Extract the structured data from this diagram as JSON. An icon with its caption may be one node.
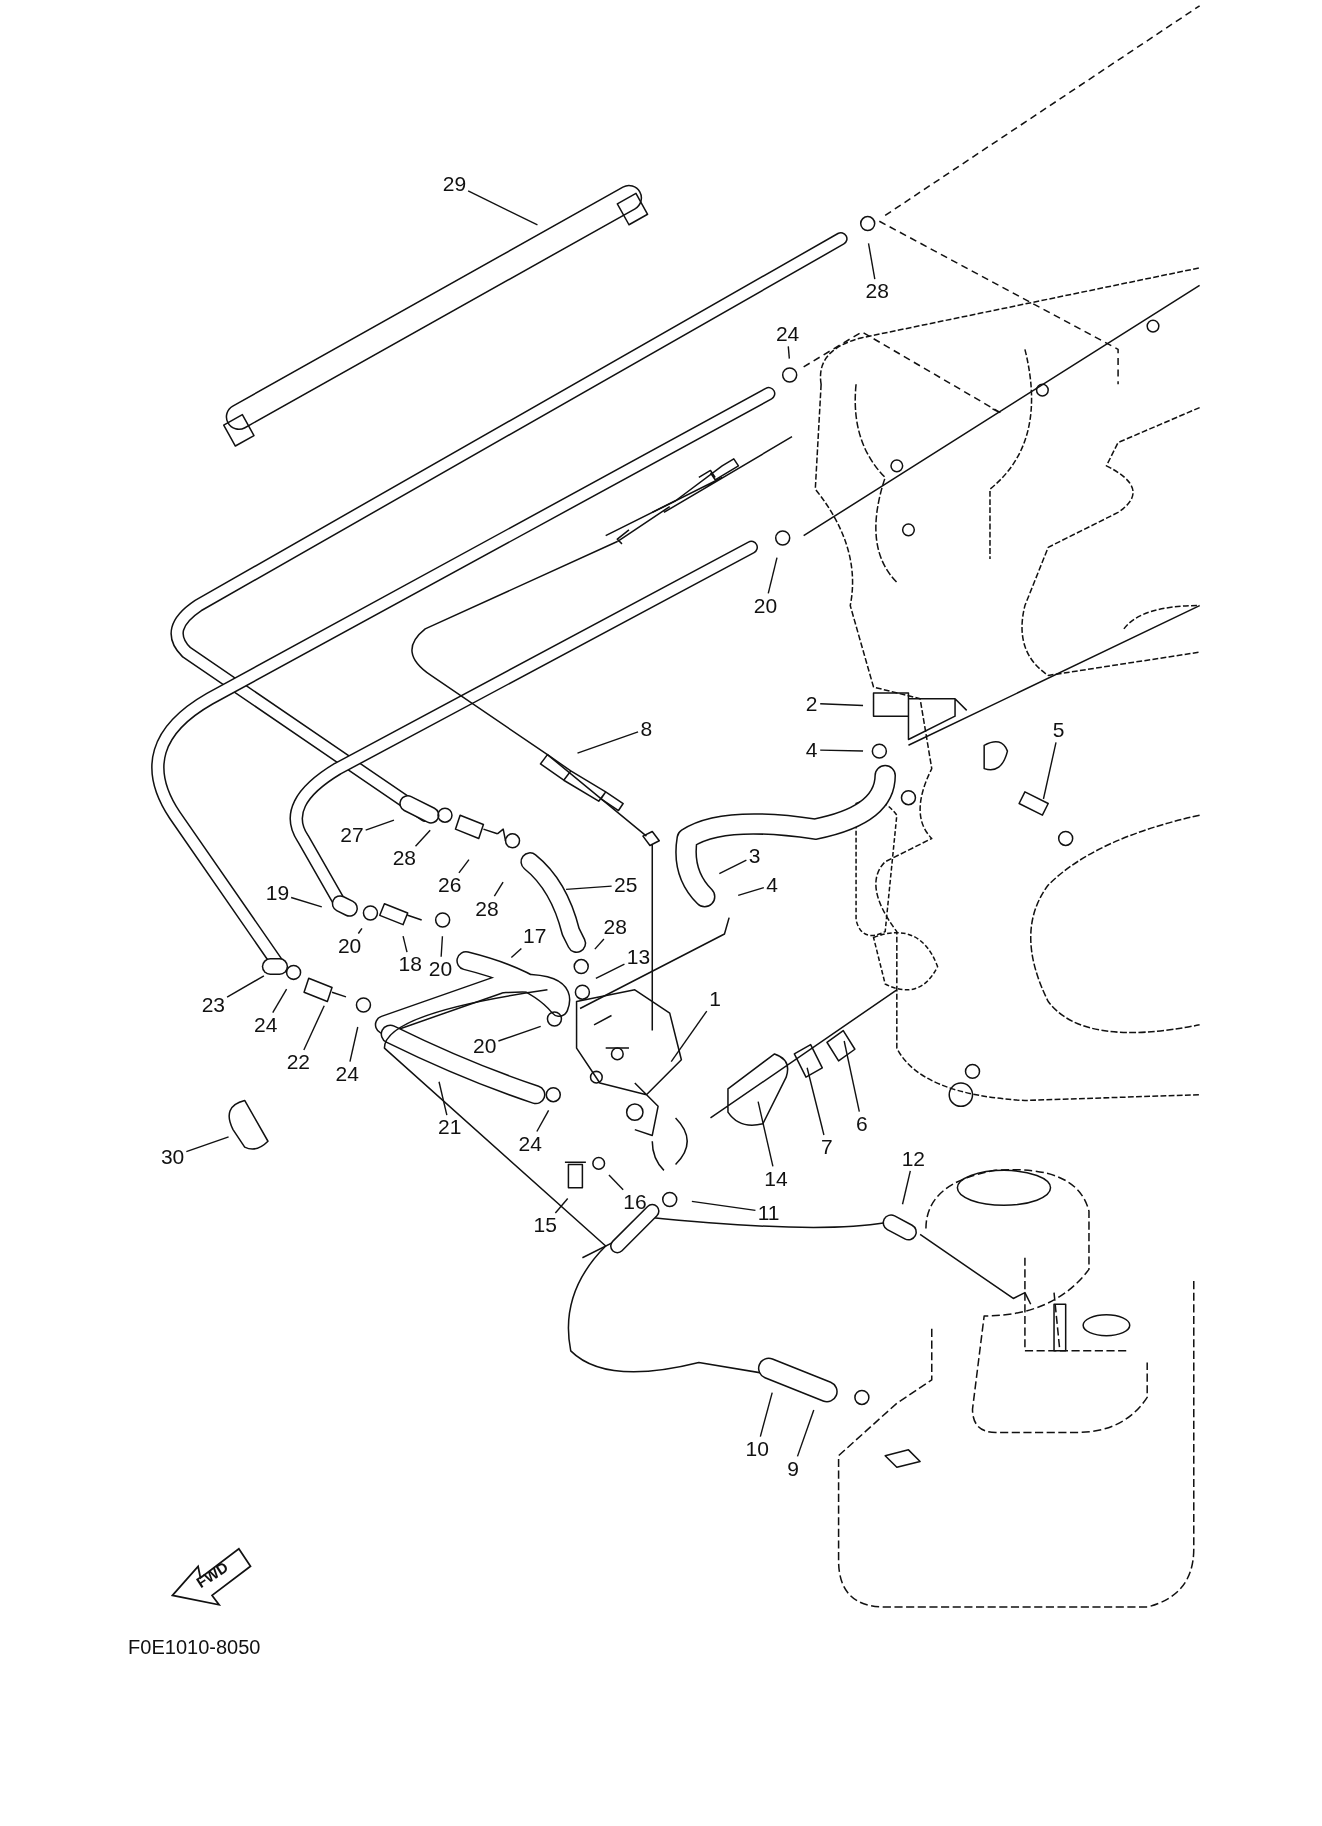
{
  "diagram": {
    "nodes": [
      {
        "text": [
          "29"
        ]
      },
      {
        "text": [
          "28"
        ]
      },
      {
        "text": [
          "24"
        ]
      },
      {
        "text": [
          "20"
        ]
      },
      {
        "text": [
          "2"
        ]
      },
      {
        "text": [
          "4"
        ]
      },
      {
        "text": [
          "5"
        ]
      },
      {
        "text": [
          "8"
        ]
      },
      {
        "text": [
          "3"
        ]
      },
      {
        "text": [
          "4"
        ]
      },
      {
        "text": [
          "27"
        ]
      },
      {
        "text": [
          "28"
        ]
      },
      {
        "text": [
          "26"
        ]
      },
      {
        "text": [
          "28"
        ]
      },
      {
        "text": [
          "25"
        ]
      },
      {
        "text": [
          "19"
        ]
      },
      {
        "text": [
          "20"
        ]
      },
      {
        "text": [
          "18"
        ]
      },
      {
        "text": [
          "17"
        ]
      },
      {
        "text": [
          "28"
        ]
      },
      {
        "text": [
          "13"
        ]
      },
      {
        "text": [
          "20"
        ]
      },
      {
        "text": [
          "23"
        ]
      },
      {
        "text": [
          "24"
        ]
      },
      {
        "text": [
          "22"
        ]
      },
      {
        "text": [
          "24"
        ]
      },
      {
        "text": [
          "20"
        ]
      },
      {
        "text": [
          "1"
        ]
      },
      {
        "text": [
          "21"
        ]
      },
      {
        "text": [
          "24"
        ]
      },
      {
        "text": [
          "14"
        ]
      },
      {
        "text": [
          "7"
        ]
      },
      {
        "text": [
          "6"
        ]
      },
      {
        "text": [
          "30"
        ]
      },
      {
        "text": [
          "15"
        ]
      },
      {
        "text": [
          "16"
        ]
      },
      {
        "text": [
          "11"
        ]
      },
      {
        "text": [
          "12"
        ]
      },
      {
        "text": [
          "10"
        ]
      },
      {
        "text": [
          "9"
        ]
      }
    ],
    "edges": [
      {
        "from": 0,
        "to": null,
        "arrow": "none"
      },
      {
        "from": 1,
        "to": null,
        "arrow": "none"
      },
      {
        "from": 2,
        "to": null,
        "arrow": "none"
      },
      {
        "from": 3,
        "to": null,
        "arrow": "none"
      },
      {
        "from": 4,
        "to": null,
        "arrow": "none"
      },
      {
        "from": 5,
        "to": null,
        "arrow": "none"
      },
      {
        "from": 6,
        "to": null,
        "arrow": "none"
      },
      {
        "from": 7,
        "to": null,
        "arrow": "none"
      },
      {
        "from": 8,
        "to": null,
        "arrow": "none"
      },
      {
        "from": 9,
        "to": null,
        "arrow": "none"
      },
      {
        "from": 10,
        "to": null,
        "arrow": "none"
      },
      {
        "from": 11,
        "to": null,
        "arrow": "none"
      },
      {
        "from": 12,
        "to": null,
        "arrow": "none"
      },
      {
        "from": 13,
        "to": null,
        "arrow": "none"
      },
      {
        "from": 14,
        "to": null,
        "arrow": "none"
      },
      {
        "from": 15,
        "to": null,
        "arrow": "none"
      },
      {
        "from": 16,
        "to": null,
        "arrow": "none"
      },
      {
        "from": 17,
        "to": null,
        "arrow": "none"
      },
      {
        "from": 18,
        "to": null,
        "arrow": "none"
      },
      {
        "from": 19,
        "to": null,
        "arrow": "none"
      },
      {
        "from": 20,
        "to": null,
        "arrow": "none"
      },
      {
        "from": 21,
        "to": null,
        "arrow": "none"
      },
      {
        "from": 22,
        "to": null,
        "arrow": "none"
      },
      {
        "from": 23,
        "to": null,
        "arrow": "none"
      },
      {
        "from": 24,
        "to": null,
        "arrow": "none"
      },
      {
        "from": 25,
        "to": null,
        "arrow": "none"
      },
      {
        "from": 26,
        "to": null,
        "arrow": "none"
      },
      {
        "from": 27,
        "to": null,
        "arrow": "none"
      },
      {
        "from": 28,
        "to": null,
        "arrow": "none"
      },
      {
        "from": 29,
        "to": null,
        "arrow": "none"
      },
      {
        "from": 30,
        "to": null,
        "arrow": "none"
      },
      {
        "from": 31,
        "to": null,
        "arrow": "none"
      },
      {
        "from": 32,
        "to": null,
        "arrow": "none"
      },
      {
        "from": 33,
        "to": null,
        "arrow": "none"
      },
      {
        "from": 34,
        "to": null,
        "arrow": "none"
      },
      {
        "from": 35,
        "to": null,
        "arrow": "none"
      },
      {
        "from": 36,
        "to": null,
        "arrow": "none"
      },
      {
        "from": 37,
        "to": null,
        "arrow": "none"
      },
      {
        "from": 38,
        "to": null,
        "arrow": "none"
      },
      {
        "from": 39,
        "to": null,
        "arrow": "none"
      }
    ],
    "labels": [
      "FWD",
      "F0E1010-8050"
    ]
  }
}
